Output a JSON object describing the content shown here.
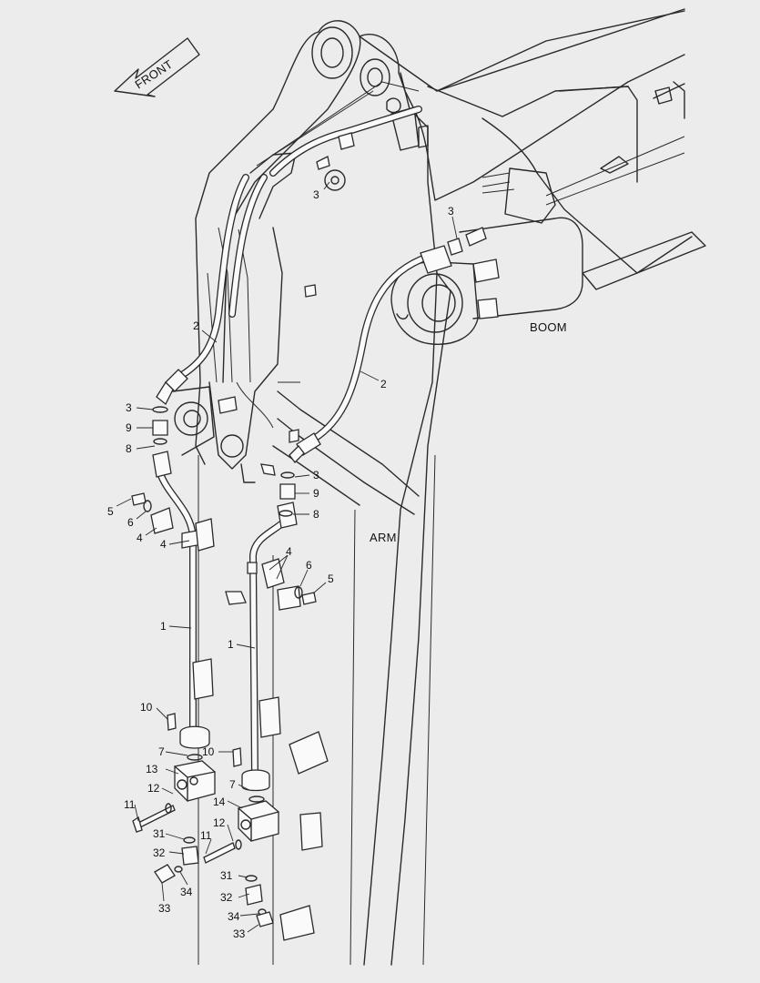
{
  "figure": {
    "front_arrow_text": "FRONT",
    "region_labels": {
      "boom": "BOOM",
      "arm": "ARM"
    }
  },
  "callouts": [
    {
      "id": "c2a",
      "text": "2"
    },
    {
      "id": "c3a",
      "text": "3"
    },
    {
      "id": "c9a",
      "text": "9"
    },
    {
      "id": "c8a",
      "text": "8"
    },
    {
      "id": "c5a",
      "text": "5"
    },
    {
      "id": "c6a",
      "text": "6"
    },
    {
      "id": "c4a",
      "text": "4"
    },
    {
      "id": "c4b",
      "text": "4"
    },
    {
      "id": "c1a",
      "text": "1"
    },
    {
      "id": "c10a",
      "text": "10"
    },
    {
      "id": "c7a",
      "text": "7"
    },
    {
      "id": "c13",
      "text": "13"
    },
    {
      "id": "c12a",
      "text": "12"
    },
    {
      "id": "c11a",
      "text": "11"
    },
    {
      "id": "c31a",
      "text": "31"
    },
    {
      "id": "c32a",
      "text": "32"
    },
    {
      "id": "c33a",
      "text": "33"
    },
    {
      "id": "c34a",
      "text": "34"
    },
    {
      "id": "c3top",
      "text": "3"
    },
    {
      "id": "c3mid",
      "text": "3"
    },
    {
      "id": "c2b",
      "text": "2"
    },
    {
      "id": "c3b",
      "text": "3"
    },
    {
      "id": "c9b",
      "text": "9"
    },
    {
      "id": "c8b",
      "text": "8"
    },
    {
      "id": "c4c",
      "text": "4"
    },
    {
      "id": "c6b",
      "text": "6"
    },
    {
      "id": "c5b",
      "text": "5"
    },
    {
      "id": "c1b",
      "text": "1"
    },
    {
      "id": "c10b",
      "text": "10"
    },
    {
      "id": "c7b",
      "text": "7"
    },
    {
      "id": "c14",
      "text": "14"
    },
    {
      "id": "c12b",
      "text": "12"
    },
    {
      "id": "c11b",
      "text": "11"
    },
    {
      "id": "c31b",
      "text": "31"
    },
    {
      "id": "c32b",
      "text": "32"
    },
    {
      "id": "c34b",
      "text": "34"
    },
    {
      "id": "c33b",
      "text": "33"
    }
  ]
}
